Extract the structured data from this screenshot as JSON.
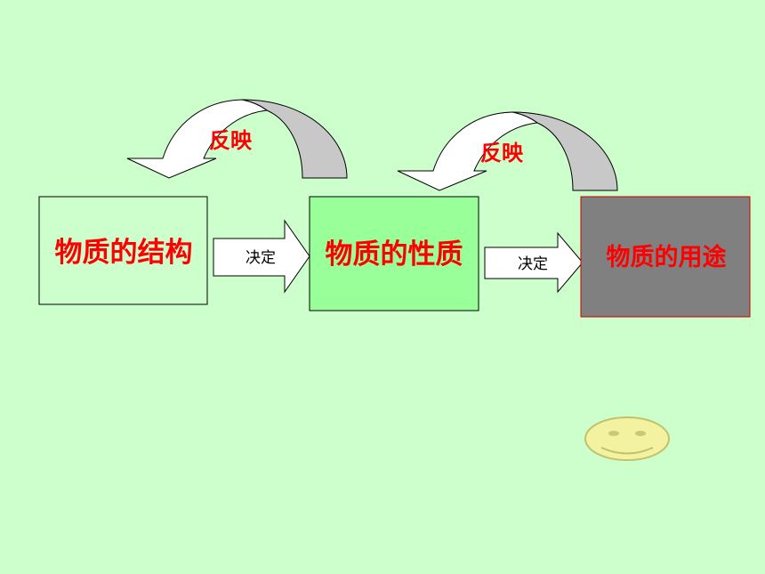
{
  "slide": {
    "background": "#ccffcc"
  },
  "boxes": [
    {
      "label": "物质的结构",
      "fill": "#ccffcc",
      "border": "#000000"
    },
    {
      "label": "物质的性质",
      "fill": "#99ff99",
      "border": "#000000"
    },
    {
      "label": "物质的用途",
      "fill": "#808080",
      "border": "#cc0000"
    }
  ],
  "decide_arrows": [
    {
      "label": "决定"
    },
    {
      "label": "决定"
    }
  ],
  "reflect_arrows": [
    {
      "label": "反映"
    },
    {
      "label": "反映"
    }
  ],
  "colors": {
    "label_text": "#ff0000",
    "arrow_face": "#ffffff",
    "arrow_shade": "#c8c8c8",
    "smiley_fill": "#f2f2a0",
    "smiley_stroke": "#c2c26a"
  },
  "decorations": {
    "smiley": "smiley-face-icon"
  }
}
